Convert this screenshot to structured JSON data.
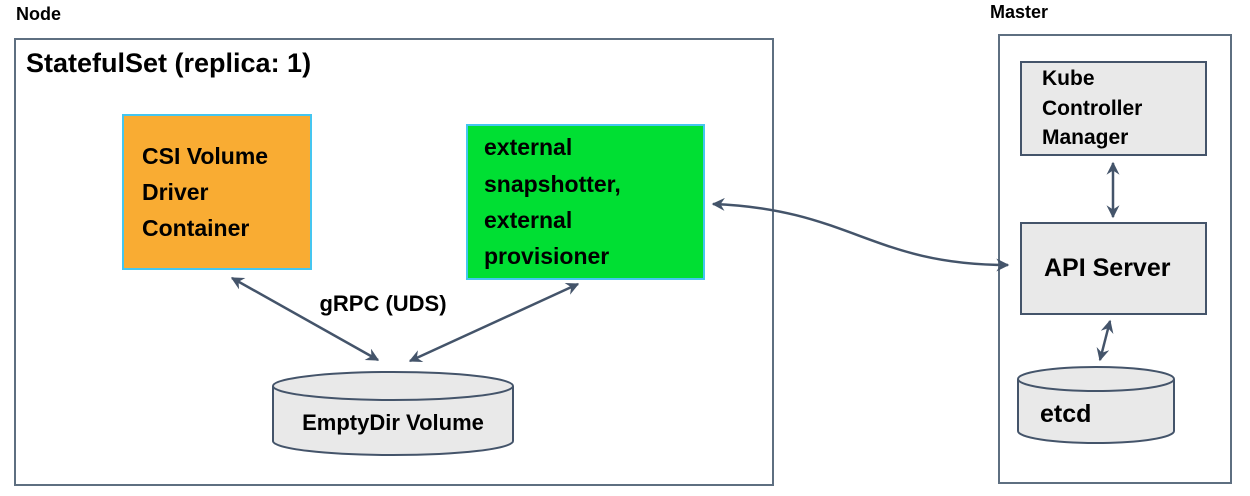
{
  "diagram": {
    "node": {
      "title": "Node",
      "statefulset_label": "StatefulSet (replica: 1)",
      "csi_driver_container": "CSI Volume\nDriver\nContainer",
      "sidecar_containers": "external\nsnapshotter,\nexternal\nprovisioner",
      "grpc_label": "gRPC (UDS)",
      "emptydir_volume": "EmptyDir Volume"
    },
    "master": {
      "title": "Master",
      "kube_controller_manager": "Kube\nController\nManager",
      "api_server": "API Server",
      "etcd": "etcd"
    },
    "colors": {
      "csi_driver_fill": "#F9AC33",
      "sidecar_fill": "#00DF33",
      "component_border": "#45C6F0",
      "gray_component_fill": "#E9E9E9",
      "arrow_and_gray_border": "#44546A",
      "outer_box_border": "#5E6F81",
      "text": "#000000"
    }
  }
}
